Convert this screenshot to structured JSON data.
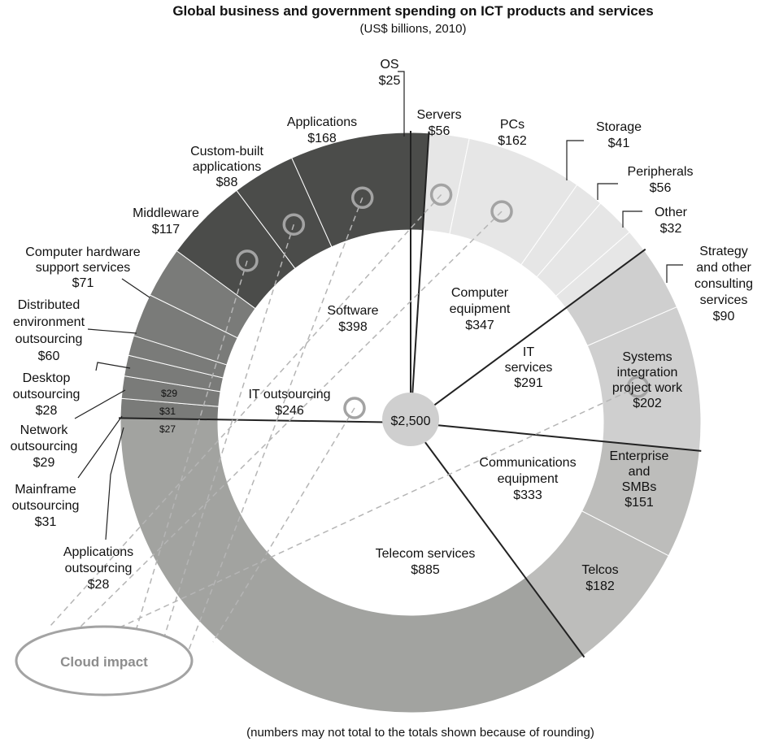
{
  "chart_data": {
    "type": "pie",
    "title": "Global business and government spending on ICT products and services",
    "subtitle": "(US$ billions, 2010)",
    "total_label": "$2,500",
    "footnote": "(numbers may not total to the totals shown because of rounding)",
    "cloud_label": "Cloud impact",
    "colors": {
      "software": "#4b4c4a",
      "computer_equipment": "#e6e6e6",
      "it_services": "#cfcfcf",
      "communications_equipment": "#bdbdbb",
      "telecom_services": "#a2a3a0",
      "it_outsourcing": "#7a7b79",
      "center": "#cfcfcf",
      "cloud_marker": "#a3a3a3"
    },
    "inner_segments": [
      {
        "id": "software",
        "name": "Software",
        "value": 398,
        "label": "$398"
      },
      {
        "id": "computer_equipment",
        "name": "Computer equipment",
        "value": 347,
        "label": "$347"
      },
      {
        "id": "it_services",
        "name": "IT services",
        "value": 291,
        "label": "$291"
      },
      {
        "id": "communications_equipment",
        "name": "Communications equipment",
        "value": 333,
        "label": "$333"
      },
      {
        "id": "telecom_services",
        "name": "Telecom services",
        "value": 885,
        "label": "$885"
      },
      {
        "id": "it_outsourcing",
        "name": "IT outsourcing",
        "value": 246,
        "label": "$246"
      }
    ],
    "outer_segments": [
      {
        "name": "OS",
        "value": 25,
        "label": "$25",
        "group": "software",
        "cloud": false
      },
      {
        "name": "Servers",
        "value": 56,
        "label": "$56",
        "group": "computer_equipment",
        "cloud": true
      },
      {
        "name": "PCs",
        "value": 162,
        "label": "$162",
        "group": "computer_equipment",
        "cloud": true
      },
      {
        "name": "Storage",
        "value": 41,
        "label": "$41",
        "group": "computer_equipment",
        "cloud": false
      },
      {
        "name": "Peripherals",
        "value": 56,
        "label": "$56",
        "group": "computer_equipment",
        "cloud": false
      },
      {
        "name": "Other",
        "value": 32,
        "label": "$32",
        "group": "computer_equipment",
        "cloud": false
      },
      {
        "name": "Strategy and other consulting services",
        "value": 90,
        "label": "$90",
        "group": "it_services",
        "cloud": false
      },
      {
        "name": "Systems integration project work",
        "value": 202,
        "label": "$202",
        "group": "it_services",
        "cloud": true
      },
      {
        "name": "Enterprise and SMBs",
        "value": 151,
        "label": "$151",
        "group": "communications_equipment",
        "cloud": false
      },
      {
        "name": "Telcos",
        "value": 182,
        "label": "$182",
        "group": "communications_equipment",
        "cloud": false
      },
      {
        "name": "Telecom services",
        "value": 885,
        "label": "$885",
        "group": "telecom_services",
        "cloud": false
      },
      {
        "name": "Applications outsourcing",
        "value": 27,
        "label": "$27",
        "group": "it_outsourcing",
        "cloud": false
      },
      {
        "name": "Mainframe outsourcing",
        "value": 31,
        "label": "$31",
        "group": "it_outsourcing",
        "cloud": false
      },
      {
        "name": "Network outsourcing",
        "value": 29,
        "label": "$29",
        "group": "it_outsourcing",
        "cloud": false
      },
      {
        "name": "Desktop outsourcing",
        "value": 28,
        "label": "$28",
        "group": "it_outsourcing",
        "cloud": false
      },
      {
        "name": "Distributed environment outsourcing",
        "value": 60,
        "label": "$60",
        "group": "it_outsourcing",
        "cloud": false
      },
      {
        "name": "Computer hardware support services",
        "value": 71,
        "label": "$71",
        "group": "it_outsourcing",
        "cloud": false
      },
      {
        "name": "Middleware",
        "value": 117,
        "label": "$117",
        "group": "software",
        "cloud": true
      },
      {
        "name": "Custom-built applications",
        "value": 88,
        "label": "$88",
        "group": "software",
        "cloud": true
      },
      {
        "name": "Applications",
        "value": 168,
        "label": "$168",
        "group": "software",
        "cloud": true
      }
    ],
    "ring_small_labels": [
      "$29",
      "$31",
      "$27"
    ],
    "outside_labels": {
      "os": [
        "OS",
        "$25"
      ],
      "servers": [
        "Servers",
        "$56"
      ],
      "pcs": [
        "PCs",
        "$162"
      ],
      "storage": [
        "Storage",
        "$41"
      ],
      "peripherals": [
        "Peripherals",
        "$56"
      ],
      "other": [
        "Other",
        "$32"
      ],
      "strategy": [
        "Strategy",
        "and other",
        "consulting",
        "services",
        "$90"
      ],
      "systems_integration": [
        "Systems",
        "integration",
        "project work",
        "$202"
      ],
      "enterprise": [
        "Enterprise",
        "and",
        "SMBs",
        "$151"
      ],
      "telcos": [
        "Telcos",
        "$182"
      ],
      "applications": [
        "Applications",
        "$168"
      ],
      "custom_built": [
        "Custom-built",
        "applications",
        "$88"
      ],
      "middleware": [
        "Middleware",
        "$117"
      ],
      "hw_support": [
        "Computer hardware",
        "support services",
        "$71"
      ],
      "distributed": [
        "Distributed",
        "environment",
        "outsourcing",
        "$60"
      ],
      "desktop": [
        "Desktop",
        "outsourcing",
        "$28"
      ],
      "network": [
        "Network",
        "outsourcing",
        "$29"
      ],
      "mainframe": [
        "Mainframe",
        "outsourcing",
        "$31"
      ],
      "apps_outsourcing": [
        "Applications",
        "outsourcing",
        "$28"
      ]
    },
    "inner_labels": {
      "software": [
        "Software",
        "$398"
      ],
      "computer_equipment": [
        "Computer",
        "equipment",
        "$347"
      ],
      "it_services": [
        "IT",
        "services",
        "$291"
      ],
      "communications_equipment": [
        "Communications",
        "equipment",
        "$333"
      ],
      "telecom_services": [
        "Telecom services",
        "$885"
      ],
      "it_outsourcing": [
        "IT outsourcing",
        "$246"
      ]
    }
  }
}
